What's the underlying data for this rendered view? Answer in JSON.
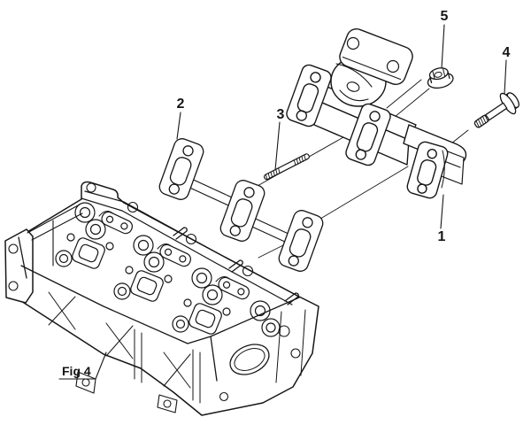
{
  "figure": {
    "label": "Fig 4"
  },
  "callouts": [
    "1",
    "2",
    "3",
    "4",
    "5"
  ],
  "colors": {
    "line": "#161616",
    "background": "#ffffff"
  }
}
